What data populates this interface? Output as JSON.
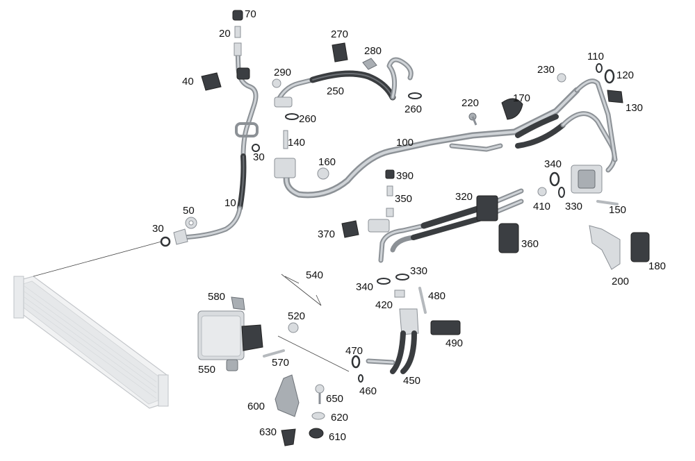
{
  "callouts": [
    {
      "id": "70",
      "label": "70"
    },
    {
      "id": "20",
      "label": "20"
    },
    {
      "id": "40",
      "label": "40"
    },
    {
      "id": "30a",
      "label": "30"
    },
    {
      "id": "10",
      "label": "10"
    },
    {
      "id": "50",
      "label": "50"
    },
    {
      "id": "30b",
      "label": "30"
    },
    {
      "id": "270",
      "label": "270"
    },
    {
      "id": "280",
      "label": "280"
    },
    {
      "id": "290",
      "label": "290"
    },
    {
      "id": "250",
      "label": "250"
    },
    {
      "id": "260a",
      "label": "260"
    },
    {
      "id": "260b",
      "label": "260"
    },
    {
      "id": "140",
      "label": "140"
    },
    {
      "id": "160",
      "label": "160"
    },
    {
      "id": "100",
      "label": "100"
    },
    {
      "id": "220",
      "label": "220"
    },
    {
      "id": "170",
      "label": "170"
    },
    {
      "id": "230",
      "label": "230"
    },
    {
      "id": "110",
      "label": "110"
    },
    {
      "id": "120",
      "label": "120"
    },
    {
      "id": "130",
      "label": "130"
    },
    {
      "id": "390",
      "label": "390"
    },
    {
      "id": "350",
      "label": "350"
    },
    {
      "id": "320",
      "label": "320"
    },
    {
      "id": "340a",
      "label": "340"
    },
    {
      "id": "410",
      "label": "410"
    },
    {
      "id": "330a",
      "label": "330"
    },
    {
      "id": "150",
      "label": "150"
    },
    {
      "id": "370",
      "label": "370"
    },
    {
      "id": "360",
      "label": "360"
    },
    {
      "id": "200",
      "label": "200"
    },
    {
      "id": "180",
      "label": "180"
    },
    {
      "id": "540",
      "label": "540"
    },
    {
      "id": "330b",
      "label": "330"
    },
    {
      "id": "340b",
      "label": "340"
    },
    {
      "id": "420",
      "label": "420"
    },
    {
      "id": "480",
      "label": "480"
    },
    {
      "id": "580",
      "label": "580"
    },
    {
      "id": "520",
      "label": "520"
    },
    {
      "id": "490",
      "label": "490"
    },
    {
      "id": "470",
      "label": "470"
    },
    {
      "id": "570",
      "label": "570"
    },
    {
      "id": "550",
      "label": "550"
    },
    {
      "id": "450",
      "label": "450"
    },
    {
      "id": "460",
      "label": "460"
    },
    {
      "id": "650",
      "label": "650"
    },
    {
      "id": "600",
      "label": "600"
    },
    {
      "id": "620",
      "label": "620"
    },
    {
      "id": "630",
      "label": "630"
    },
    {
      "id": "610",
      "label": "610"
    }
  ]
}
